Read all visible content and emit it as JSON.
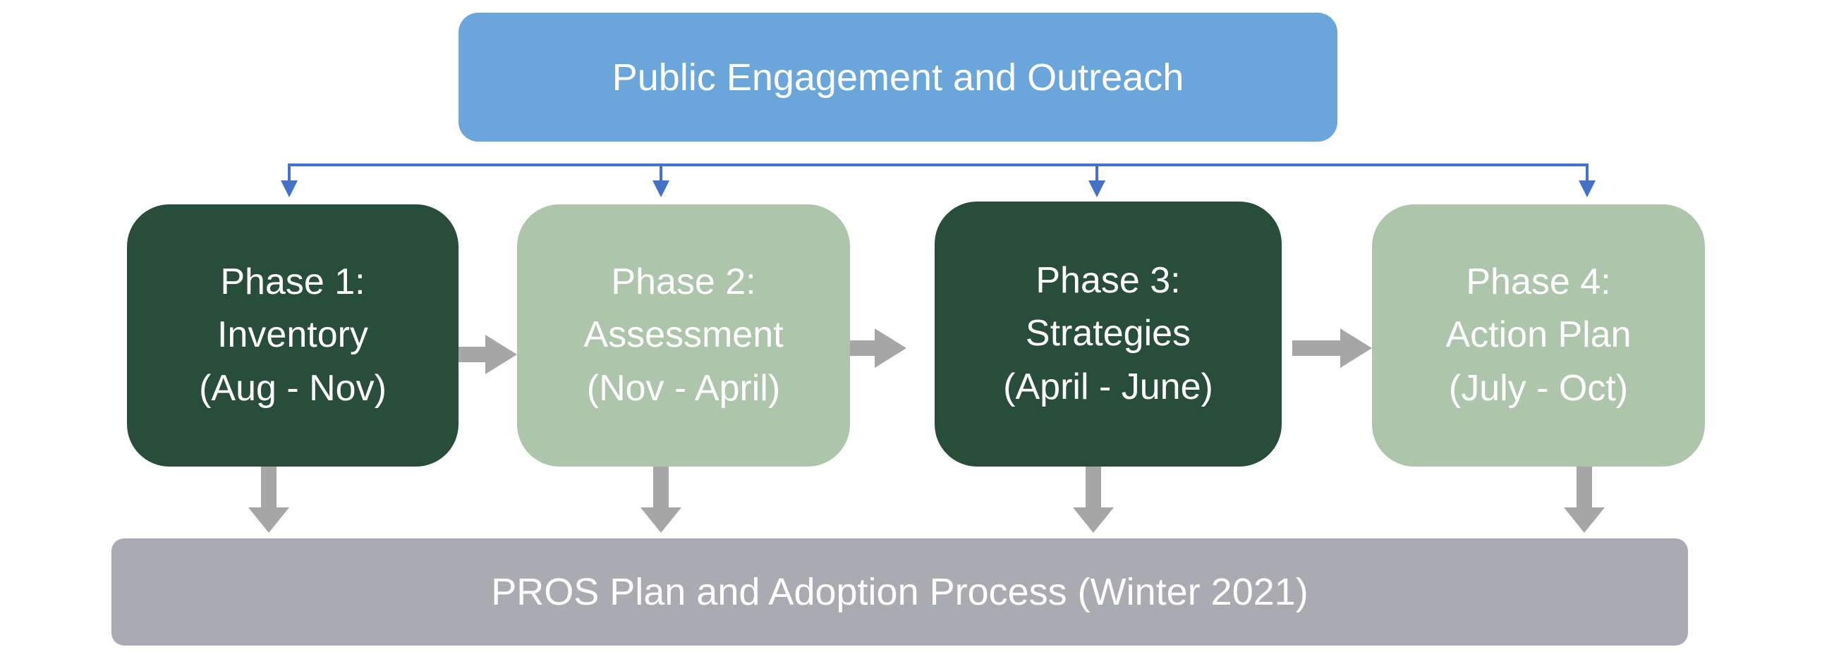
{
  "top_banner": {
    "label": "Public Engagement and Outreach"
  },
  "bottom_banner": {
    "label": "PROS Plan and Adoption Process (Winter 2021)"
  },
  "phases": [
    {
      "line1": "Phase 1:",
      "line2": "Inventory",
      "line3": "(Aug - Nov)"
    },
    {
      "line1": "Phase 2:",
      "line2": "Assessment",
      "line3": "(Nov - April)"
    },
    {
      "line1": "Phase 3:",
      "line2": "Strategies",
      "line3": "(April - June)"
    },
    {
      "line1": "Phase 4:",
      "line2": "Action Plan",
      "line3": "(July - Oct)"
    }
  ],
  "colors": {
    "top_banner": "#6aa6d9",
    "bottom_banner": "#a9abb0",
    "phase_dark": "#284e3b",
    "phase_light": "#adc5ab",
    "connector_blue": "#4472c4",
    "arrow_gray": "#a6a6a6"
  }
}
